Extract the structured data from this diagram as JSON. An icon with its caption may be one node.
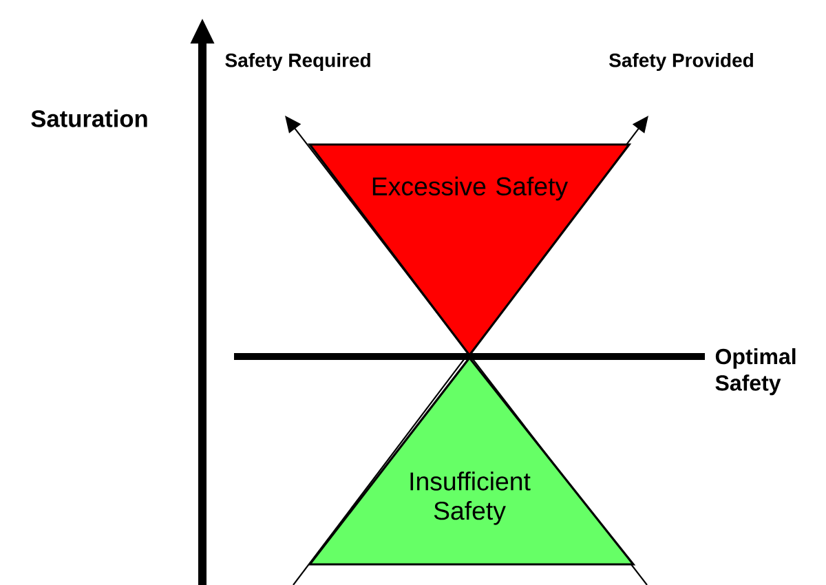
{
  "diagram": {
    "nodes": [
      {
        "text": [
          "Excessive Safety"
        ]
      },
      {
        "text": [
          "Insufficient Safety"
        ]
      }
    ],
    "labels": [
      "Safety Required",
      "Safety Provided",
      "Saturation",
      "Optimal Safety"
    ]
  }
}
